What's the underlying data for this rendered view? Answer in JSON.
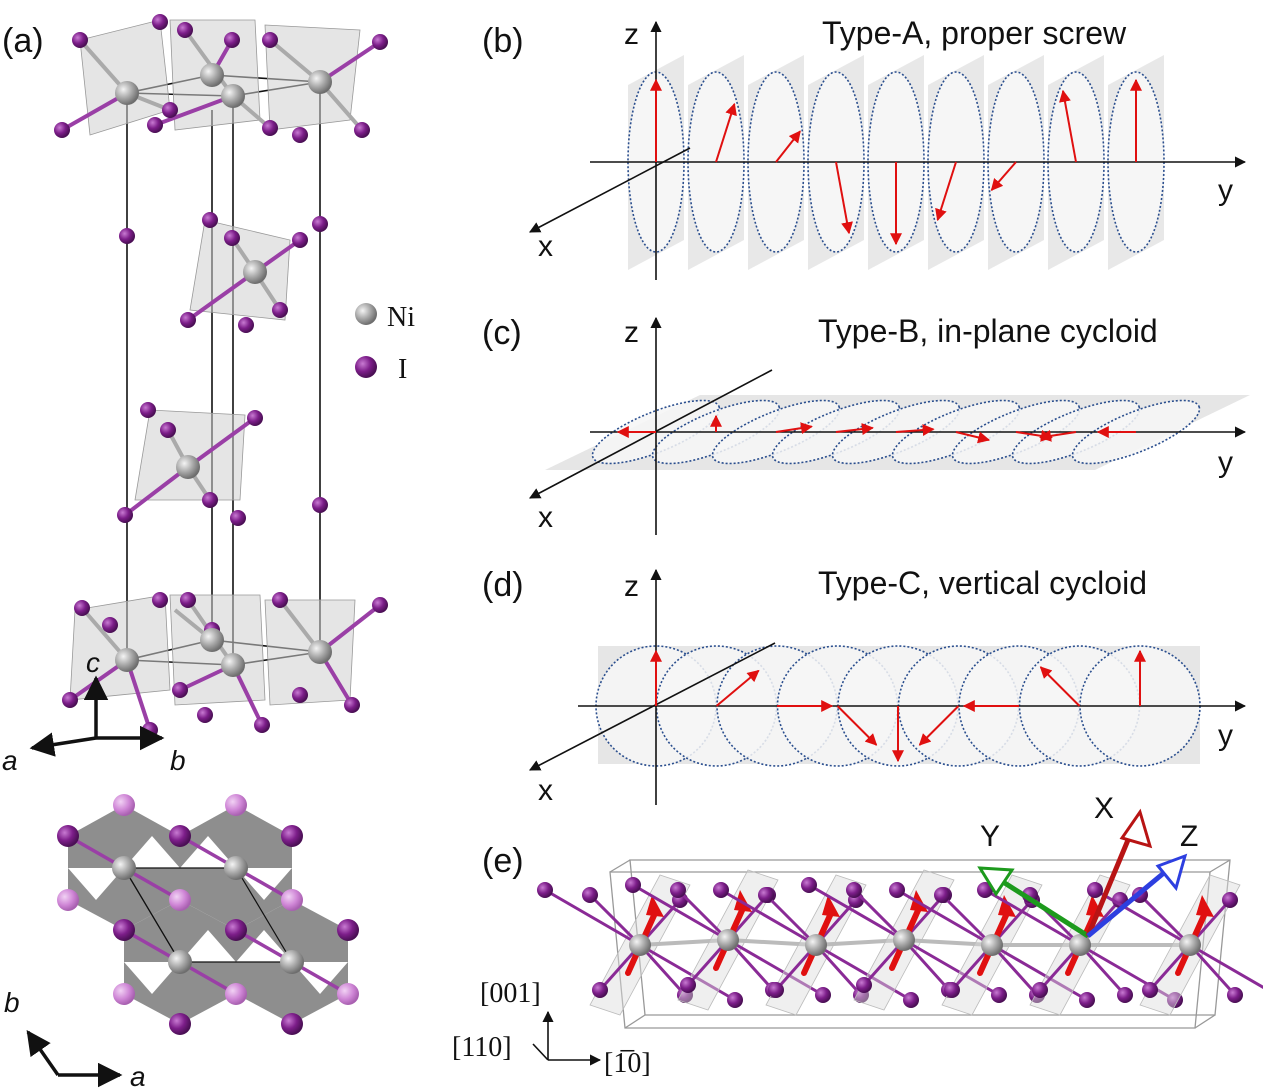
{
  "panels": {
    "a": {
      "label": "(a)",
      "legend": [
        {
          "text": "Ni",
          "color": "#9a9a9a"
        },
        {
          "text": "I",
          "color": "#7a1f86"
        }
      ],
      "axes_3d": {
        "c": "c",
        "a": "a",
        "b": "b"
      },
      "axes_top": {
        "b": "b",
        "a": "a"
      }
    },
    "b": {
      "label": "(b)",
      "title": "Type-A, proper screw",
      "x": "x",
      "y": "y",
      "z": "z",
      "angles_deg": [
        90,
        45,
        22,
        -60,
        -90,
        -135,
        -160,
        120,
        90
      ]
    },
    "c": {
      "label": "(c)",
      "title": "Type-B, in-plane cycloid",
      "x": "x",
      "y": "y",
      "z": "z",
      "angles_deg": [
        180,
        90,
        20,
        15,
        10,
        -30,
        -20,
        -160,
        180
      ]
    },
    "d": {
      "label": "(d)",
      "title": "Type-C, vertical cycloid",
      "x": "x",
      "y": "y",
      "z": "z",
      "angles_deg": [
        90,
        40,
        0,
        -45,
        -90,
        -135,
        180,
        135,
        90
      ]
    },
    "e": {
      "label": "(e)",
      "frame_axes": [
        {
          "text": "Y",
          "color": "#1d9a1d"
        },
        {
          "text": "X",
          "color": "#b81414"
        },
        {
          "text": "Z",
          "color": "#2d3fe0"
        }
      ],
      "directions": {
        "d001": "[001]",
        "d110": "[110]",
        "d1b10": "[1̅0]"
      }
    }
  },
  "colors": {
    "ni": "#9a9a9a",
    "iodine": "#7a1f86",
    "spin": "#e01010",
    "ellipse": "#2a4e8e",
    "plane": "#e6e6e6"
  }
}
